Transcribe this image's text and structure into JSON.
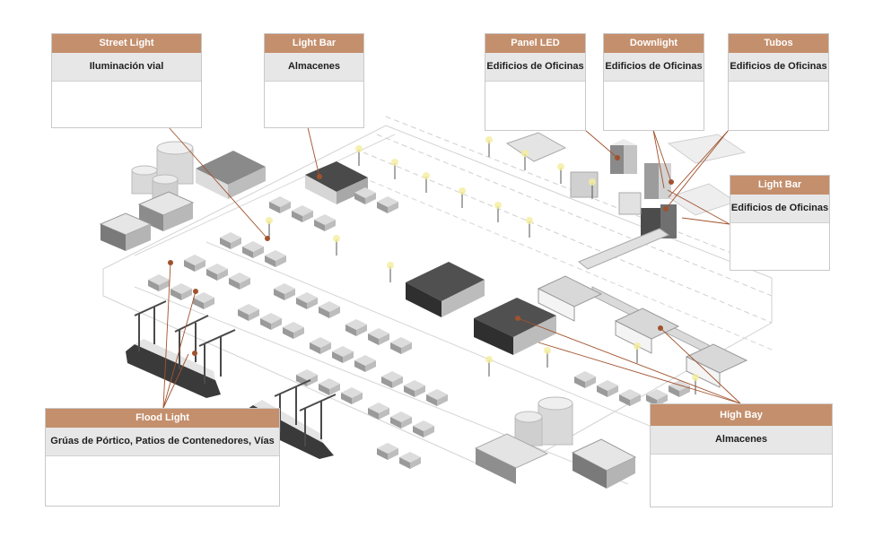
{
  "colors": {
    "accent": "#c48f6c",
    "leader": "#a0522d",
    "subheader_bg": "#e7e7e7",
    "lamp_glow": "#f4ee9c"
  },
  "callouts": [
    {
      "title": "Street Light",
      "application": "Iluminación vial"
    },
    {
      "title": "Light Bar",
      "application": "Almacenes"
    },
    {
      "title": "Panel LED",
      "application": "Edificios de Oficinas"
    },
    {
      "title": "Downlight",
      "application": "Edificios de Oficinas"
    },
    {
      "title": "Tubos",
      "application": "Edificios de Oficinas"
    },
    {
      "title": "Light Bar",
      "application": "Edificios de Oficinas"
    },
    {
      "title": "Flood Light",
      "application": "Grúas de Pórtico, Patios de Contenedores, Vías"
    },
    {
      "title": "High Bay",
      "application": "Almacenes"
    }
  ]
}
